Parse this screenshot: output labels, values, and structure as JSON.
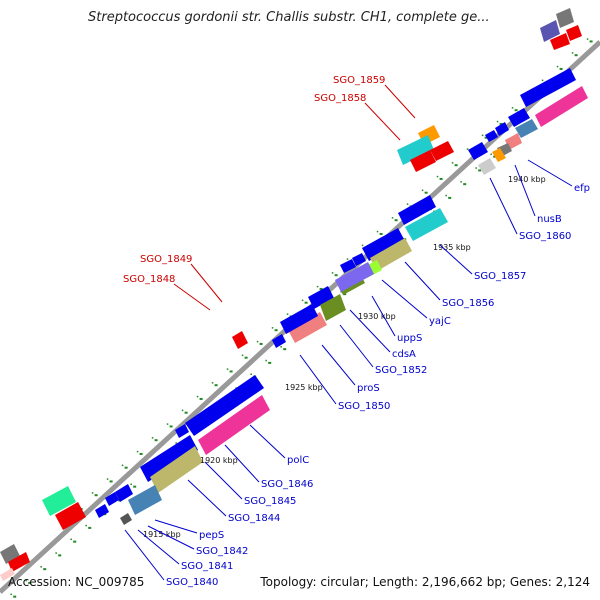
{
  "title": "Streptococcus gordonii str. Challis substr. CH1, complete ge...",
  "footer": {
    "accession": "Accession: NC_009785",
    "summary": "Topology: circular; Length: 2,196,662 bp; Genes: 2,124"
  },
  "ticks": [
    "1915 kbp",
    "1920 kbp",
    "1925 kbp",
    "1930 kbp",
    "1935 kbp",
    "1940 kbp"
  ],
  "red_labels": [
    "SGO_1859",
    "SGO_1858",
    "SGO_1849",
    "SGO_1848"
  ],
  "blue_labels": [
    "efp",
    "nusB",
    "SGO_1860",
    "SGO_1857",
    "SGO_1856",
    "yajC",
    "uppS",
    "cdsA",
    "SGO_1852",
    "proS",
    "SGO_1850",
    "polC",
    "SGO_1846",
    "SGO_1845",
    "SGO_1844",
    "pepS",
    "SGO_1842",
    "SGO_1841",
    "SGO_1840"
  ],
  "colors": {
    "blue_gene": "#0000ee",
    "red_gene": "#ee0000",
    "pink_gene": "#ee3399",
    "khaki_gene": "#bdb76b",
    "cyan_gene": "#22cccc",
    "steel_gene": "#4682b4",
    "salmon_gene": "#f08080",
    "olive_gene": "#6b8e23",
    "slate_gene": "#7b68ee",
    "green_gene": "#22ee99",
    "orange_gene": "#ff9900",
    "gray_gene": "#999999",
    "backbone": "#888888",
    "dots": "#228822"
  }
}
